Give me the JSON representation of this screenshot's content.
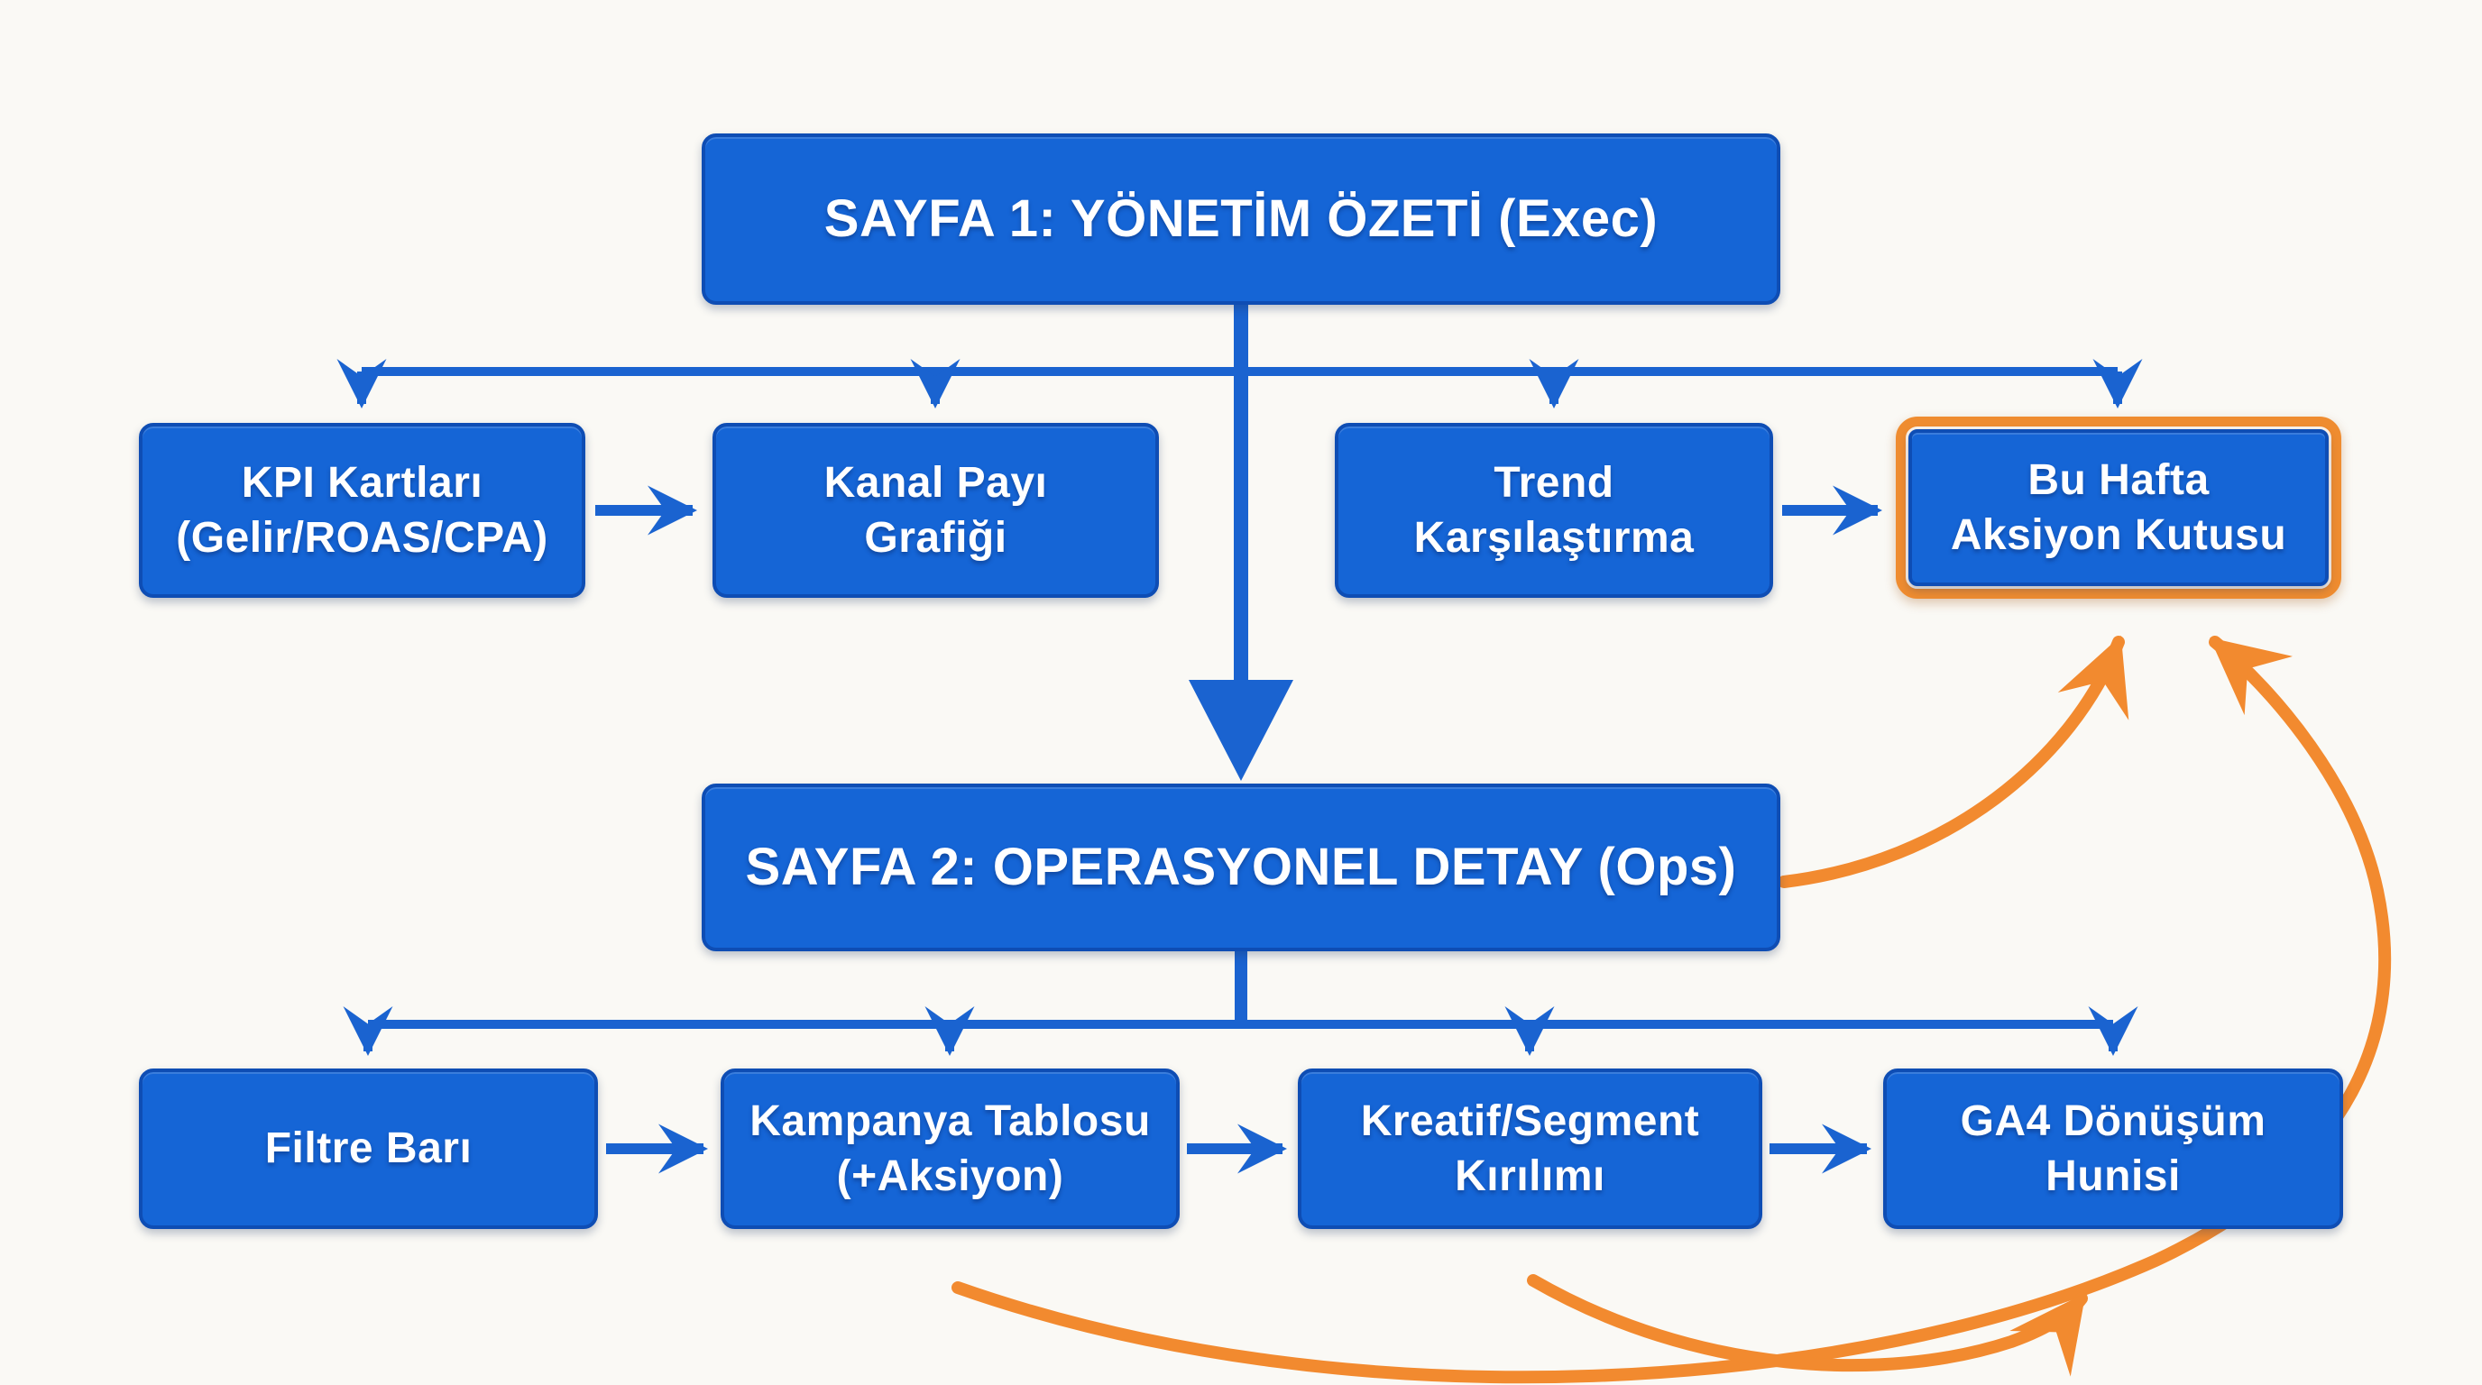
{
  "diagram": {
    "kind": "dashboard-structure-flowchart",
    "language": "Turkish",
    "colors": {
      "background": "#faf9f5",
      "node_fill": "#1565d6",
      "node_border": "#0e4db4",
      "arrow_blue": "#1a63d0",
      "arrow_orange": "#f28a2f",
      "highlight_border": "#ef8c30",
      "text": "#ffffff"
    },
    "nodes": {
      "sayfa1": {
        "label": "SAYFA 1: YÖNETİM ÖZETİ (Exec)"
      },
      "kpi": {
        "label": "KPI Kartları\n(Gelir/ROAS/CPA)"
      },
      "kanal": {
        "label": "Kanal Payı\nGrafiği"
      },
      "trend": {
        "label": "Trend\nKarşılaştırma"
      },
      "buhafta": {
        "label": "Bu Hafta\nAksiyon Kutusu",
        "highlighted": true
      },
      "sayfa2": {
        "label": "SAYFA 2: OPERASYONEL DETAY (Ops)"
      },
      "filtre": {
        "label": "Filtre Barı"
      },
      "kampanya": {
        "label": "Kampanya Tablosu\n(+Aksiyon)"
      },
      "kreatif": {
        "label": "Kreatif/Segment\nKırılımı"
      },
      "ga4": {
        "label": "GA4 Dönüşüm\nHunisi"
      }
    },
    "edges": [
      {
        "from": "sayfa1",
        "to": "kpi",
        "style": "blue"
      },
      {
        "from": "sayfa1",
        "to": "kanal",
        "style": "blue"
      },
      {
        "from": "sayfa1",
        "to": "trend",
        "style": "blue"
      },
      {
        "from": "sayfa1",
        "to": "buhafta",
        "style": "blue"
      },
      {
        "from": "sayfa1",
        "to": "sayfa2",
        "style": "blue-big-arrow"
      },
      {
        "from": "kpi",
        "to": "kanal",
        "style": "blue"
      },
      {
        "from": "trend",
        "to": "buhafta",
        "style": "blue"
      },
      {
        "from": "sayfa2",
        "to": "filtre",
        "style": "blue"
      },
      {
        "from": "sayfa2",
        "to": "kampanya",
        "style": "blue"
      },
      {
        "from": "sayfa2",
        "to": "kreatif",
        "style": "blue"
      },
      {
        "from": "sayfa2",
        "to": "ga4",
        "style": "blue"
      },
      {
        "from": "filtre",
        "to": "kampanya",
        "style": "blue"
      },
      {
        "from": "kampanya",
        "to": "kreatif",
        "style": "blue"
      },
      {
        "from": "kreatif",
        "to": "ga4",
        "style": "blue"
      },
      {
        "from": "sayfa2",
        "to": "buhafta",
        "style": "orange-curve"
      },
      {
        "from": "kampanya",
        "to": "buhafta",
        "style": "orange-curve"
      },
      {
        "from": "kreatif",
        "to": "ga4",
        "style": "orange-curve"
      }
    ]
  }
}
